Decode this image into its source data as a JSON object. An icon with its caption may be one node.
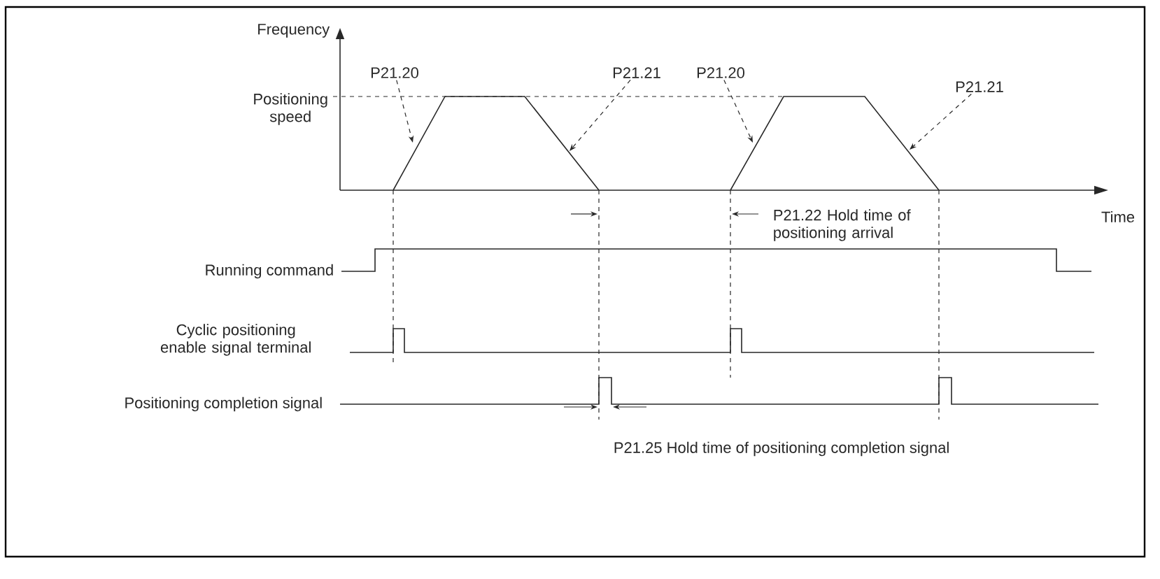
{
  "diagram": {
    "nodes": [
      {
        "text": [
          "P21.20"
        ]
      },
      {
        "text": [
          "P21.21"
        ]
      },
      {
        "text": [
          "P21.20"
        ]
      },
      {
        "text": [
          "P21.21"
        ]
      }
    ],
    "edges": [
      {
        "from": 0,
        "to": null,
        "arrow": "to",
        "style": "dashed"
      },
      {
        "from": 1,
        "to": null,
        "arrow": "to",
        "style": "dashed"
      },
      {
        "from": 2,
        "to": null,
        "arrow": "to",
        "style": "dashed"
      },
      {
        "from": 3,
        "to": null,
        "arrow": "to",
        "style": "dashed"
      }
    ],
    "labels": [
      "Frequency",
      "Positioning speed",
      "Time",
      "P21.22 Hold time of positioning arrival",
      "Running command",
      "Cyclic positioning enable signal terminal",
      "Positioning completion signal",
      "P21.25 Hold time of positioning completion signal"
    ]
  }
}
